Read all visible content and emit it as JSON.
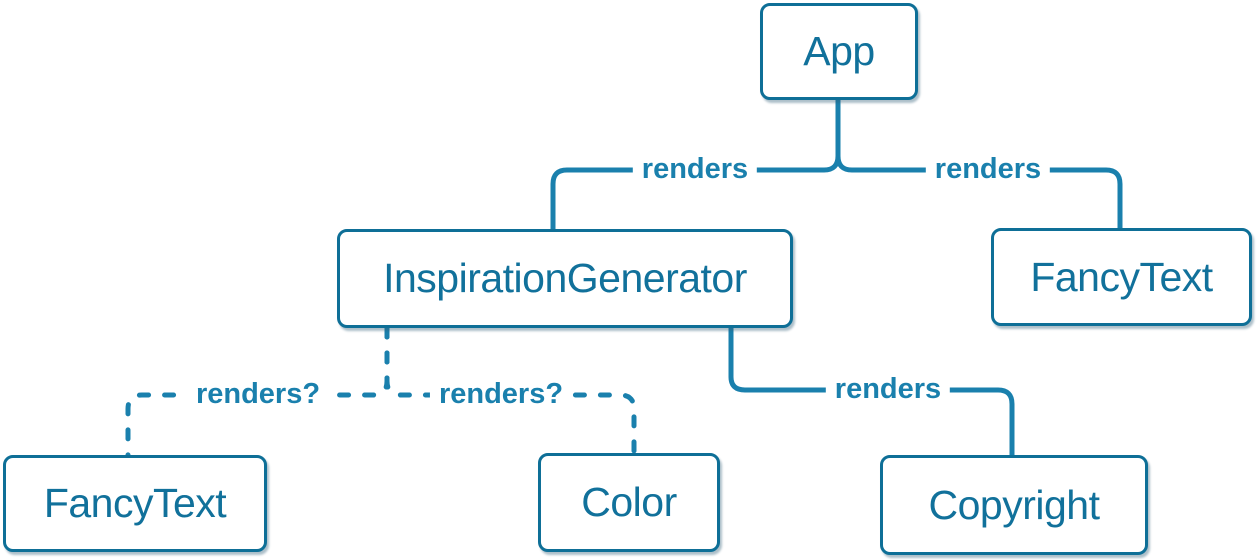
{
  "diagram": {
    "description": "Component render tree",
    "nodes": [
      {
        "id": "app",
        "label": "App"
      },
      {
        "id": "inspiration-generator",
        "label": "InspirationGenerator"
      },
      {
        "id": "fancy-text-top",
        "label": "FancyText"
      },
      {
        "id": "fancy-text-bottom",
        "label": "FancyText"
      },
      {
        "id": "color",
        "label": "Color"
      },
      {
        "id": "copyright",
        "label": "Copyright"
      }
    ],
    "edges": [
      {
        "from": "App",
        "to": "InspirationGenerator",
        "label": "renders",
        "style": "solid"
      },
      {
        "from": "App",
        "to": "FancyText",
        "label": "renders",
        "style": "solid"
      },
      {
        "from": "InspirationGenerator",
        "to": "FancyText",
        "label": "renders?",
        "style": "dashed"
      },
      {
        "from": "InspirationGenerator",
        "to": "Color",
        "label": "renders?",
        "style": "dashed"
      },
      {
        "from": "InspirationGenerator",
        "to": "Copyright",
        "label": "renders",
        "style": "solid"
      }
    ],
    "colors": {
      "edge_line": "#1a80ad",
      "edge_label": "#1a80ad",
      "node_border": "#0e6f97",
      "node_text": "#11719b",
      "node_fill": "#ffffff",
      "background": "#ffffff"
    }
  }
}
